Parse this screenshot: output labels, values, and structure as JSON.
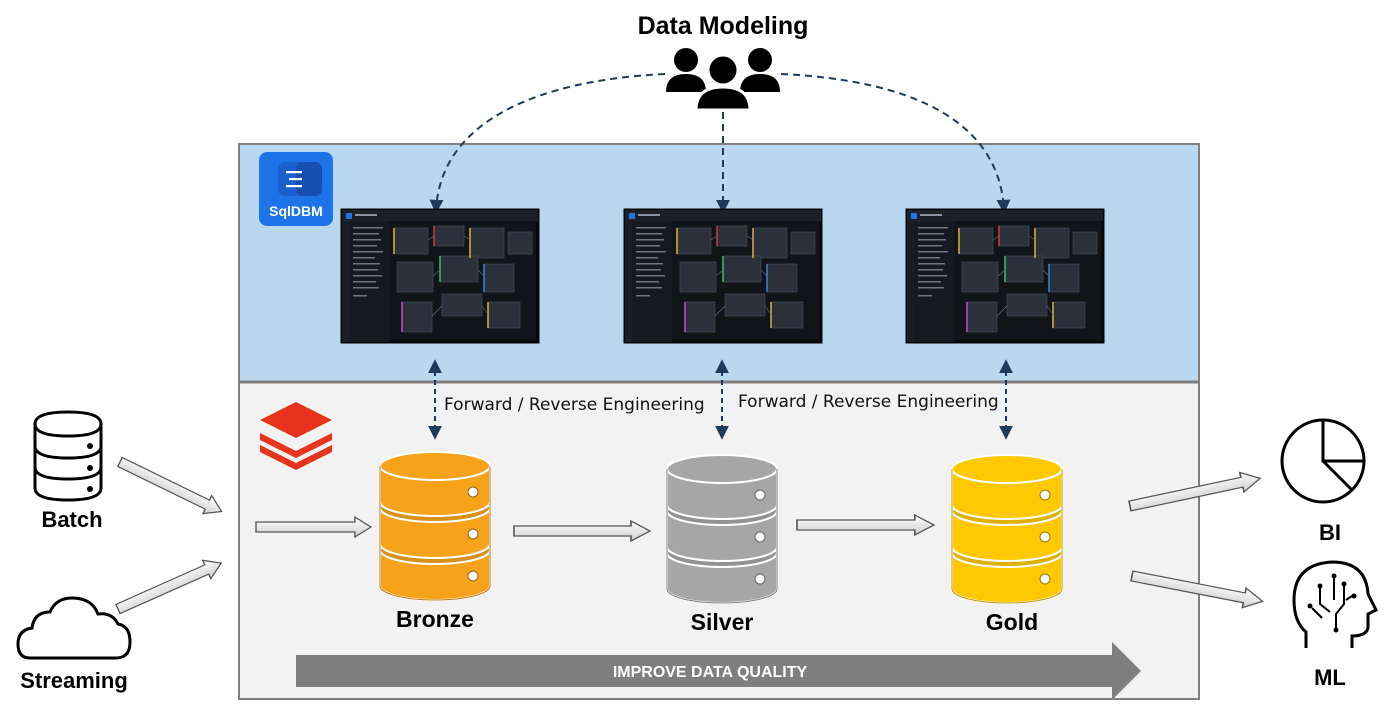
{
  "title": "Data Modeling",
  "tool": {
    "name": "SqlDBM",
    "accent": "#1f73e8"
  },
  "sync_label": "Forward / Reverse Engineering",
  "sources": [
    {
      "label": "Batch",
      "icon": "database-icon"
    },
    {
      "label": "Streaming",
      "icon": "cloud-icon"
    }
  ],
  "layers": [
    {
      "label": "Bronze",
      "color": "#f7a21b"
    },
    {
      "label": "Silver",
      "color": "#a6a6a6"
    },
    {
      "label": "Gold",
      "color": "#ffc800"
    }
  ],
  "banner": "IMPROVE DATA QUALITY",
  "outputs": [
    {
      "label": "BI",
      "icon": "pie-chart-icon"
    },
    {
      "label": "ML",
      "icon": "ai-head-icon"
    }
  ],
  "colors": {
    "top_panel": "#b9d7ee",
    "bottom_panel": "#f2f2f2",
    "panel_border": "#7f7f7f",
    "dashed": "#1f3a5a",
    "banner": "#7f7f7f",
    "databricks": "#e8341c"
  }
}
